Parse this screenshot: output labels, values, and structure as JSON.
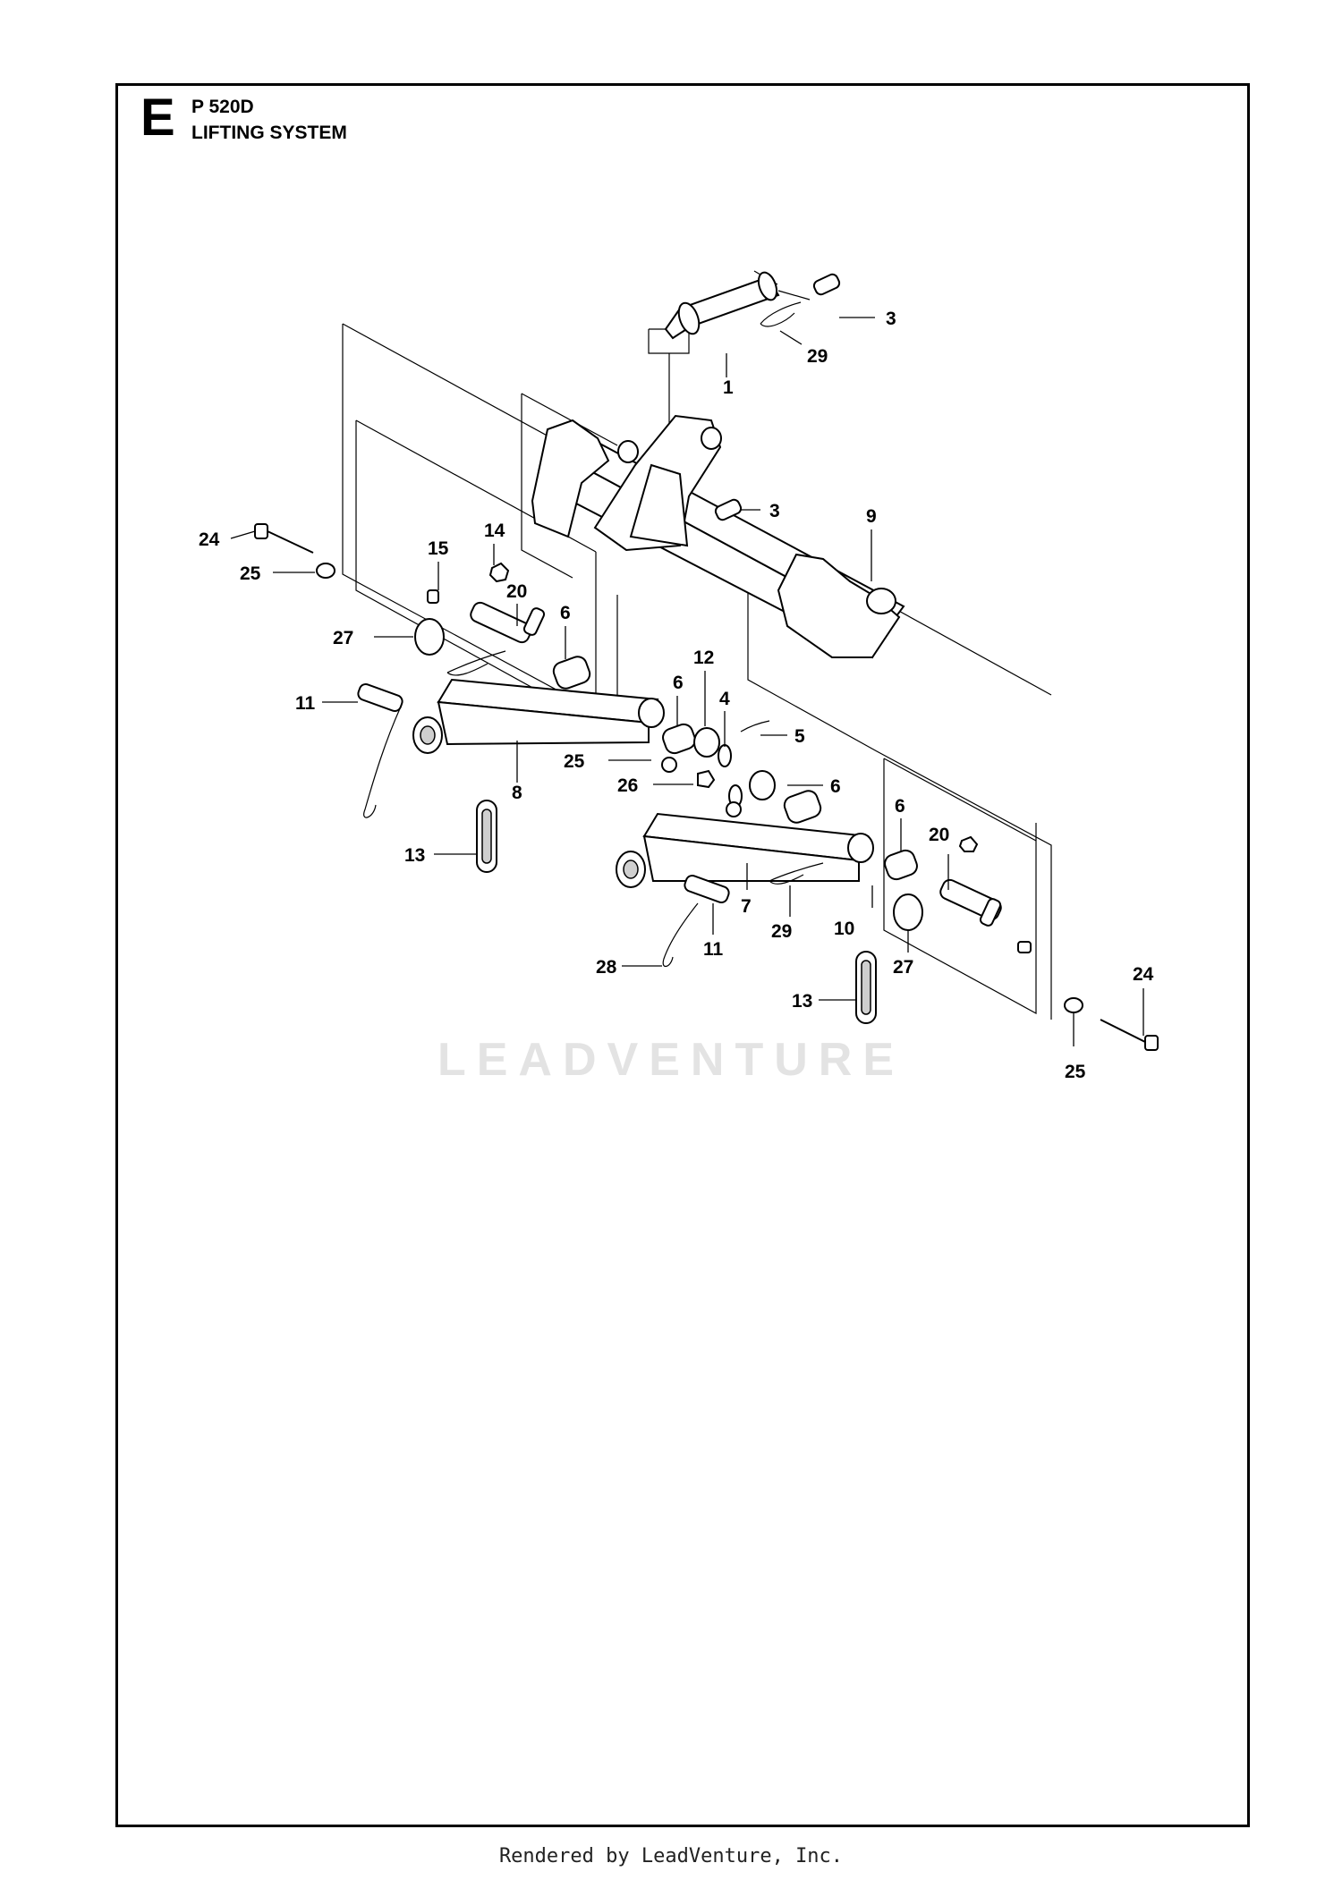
{
  "header": {
    "section_letter": "E",
    "model": "P 520D",
    "title": "LIFTING SYSTEM"
  },
  "callouts": [
    {
      "id": "c1",
      "label": "1"
    },
    {
      "id": "c3a",
      "label": "3"
    },
    {
      "id": "c29a",
      "label": "29"
    },
    {
      "id": "c3b",
      "label": "3"
    },
    {
      "id": "c9",
      "label": "9"
    },
    {
      "id": "c24a",
      "label": "24"
    },
    {
      "id": "c25a",
      "label": "25"
    },
    {
      "id": "c14",
      "label": "14"
    },
    {
      "id": "c15",
      "label": "15"
    },
    {
      "id": "c20a",
      "label": "20"
    },
    {
      "id": "c6a",
      "label": "6"
    },
    {
      "id": "c27a",
      "label": "27"
    },
    {
      "id": "c12",
      "label": "12"
    },
    {
      "id": "c6b",
      "label": "6"
    },
    {
      "id": "c4",
      "label": "4"
    },
    {
      "id": "c5",
      "label": "5"
    },
    {
      "id": "c11a",
      "label": "11"
    },
    {
      "id": "c25b",
      "label": "25"
    },
    {
      "id": "c8",
      "label": "8"
    },
    {
      "id": "c26",
      "label": "26"
    },
    {
      "id": "c6c",
      "label": "6"
    },
    {
      "id": "c13a",
      "label": "13"
    },
    {
      "id": "c6d",
      "label": "6"
    },
    {
      "id": "c20b",
      "label": "20"
    },
    {
      "id": "c7",
      "label": "7"
    },
    {
      "id": "c29b",
      "label": "29"
    },
    {
      "id": "c10",
      "label": "10"
    },
    {
      "id": "c27b",
      "label": "27"
    },
    {
      "id": "c28",
      "label": "28"
    },
    {
      "id": "c11b",
      "label": "11"
    },
    {
      "id": "c13b",
      "label": "13"
    },
    {
      "id": "c24b",
      "label": "24"
    },
    {
      "id": "c25c",
      "label": "25"
    }
  ],
  "watermark": "LEADVENTURE",
  "footer": "Rendered by LeadVenture, Inc."
}
